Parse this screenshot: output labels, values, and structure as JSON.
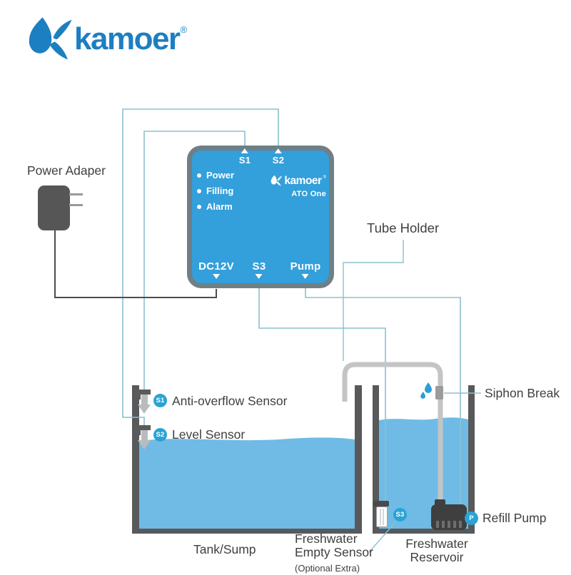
{
  "header": {
    "logo_text": "kamoer",
    "registered": "®"
  },
  "power_adapter": {
    "label": "Power Adaper"
  },
  "controller": {
    "brand": "kamoer",
    "registered": "®",
    "model": "ATO One",
    "top_ports": [
      "S1",
      "S2"
    ],
    "leds": [
      "Power",
      "Filling",
      "Alarm"
    ],
    "bottom_ports": [
      "DC12V",
      "S3",
      "Pump"
    ]
  },
  "tanks": {
    "left": {
      "name": "Tank/Sump"
    },
    "right": {
      "name_line1": "Freshwater",
      "name_line2": "Reservoir"
    }
  },
  "sensors": {
    "anti_overflow": {
      "badge": "S1",
      "label": "Anti-overflow Sensor"
    },
    "level": {
      "badge": "S2",
      "label": "Level Sensor"
    },
    "freshwater_empty": {
      "badge": "S3",
      "label_line1": "Freshwater",
      "label_line2": "Empty Sensor",
      "note": "(Optional Extra)"
    }
  },
  "pump": {
    "badge": "P",
    "label": "Refill Pump"
  },
  "annotations": {
    "tube_holder": "Tube Holder",
    "siphon_break": "Siphon Break"
  },
  "colors": {
    "brand_blue": "#1c7fc2",
    "controller_blue": "#339fdb",
    "controller_border": "#6f7f85",
    "water_blue": "#6fbbe5",
    "wire_blue": "#8cc0cf",
    "wire_dark": "#4d4d4d",
    "tank_wall": "#58595b",
    "badge_blue": "#2ba3d4",
    "tube_gray": "#c3c5c4",
    "droplet_blue": "#2e9ed3",
    "text_dark": "#3f3f3f"
  }
}
